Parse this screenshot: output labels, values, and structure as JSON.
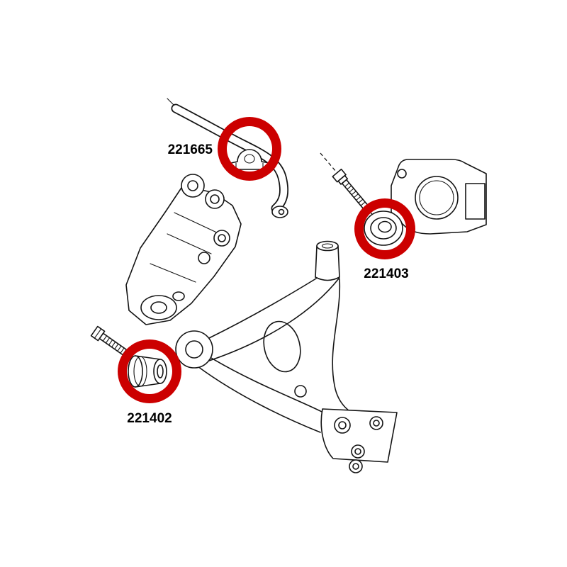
{
  "callouts": [
    {
      "part_number": "221665"
    },
    {
      "part_number": "221403"
    },
    {
      "part_number": "221402"
    }
  ],
  "colors": {
    "highlight": "#cc0000",
    "line": "#141414",
    "background": "#ffffff"
  }
}
